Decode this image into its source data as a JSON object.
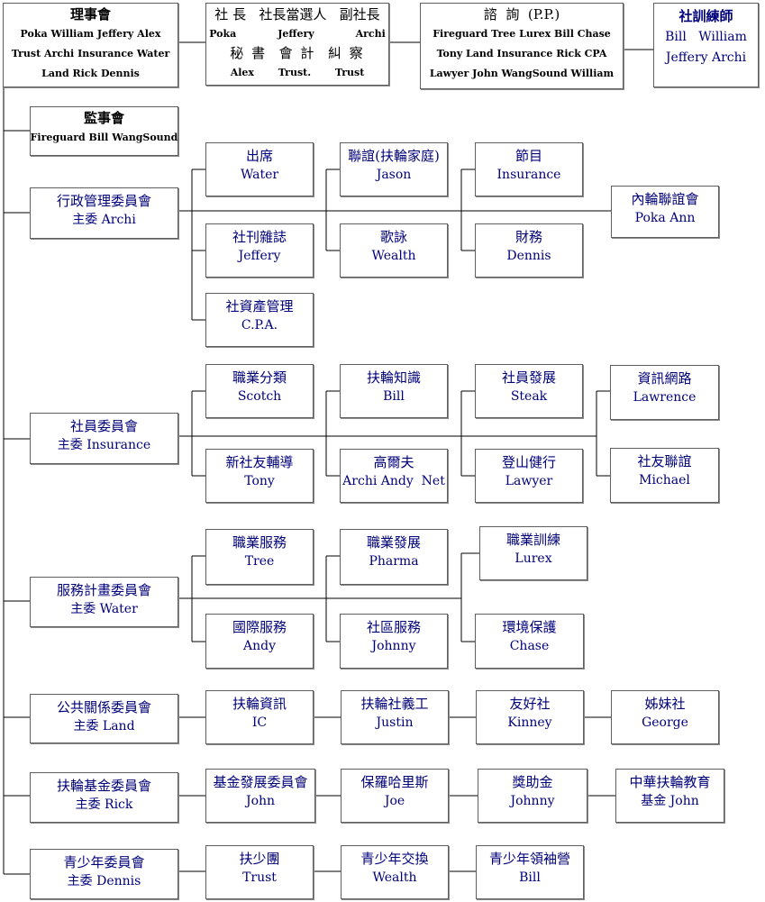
{
  "top": {
    "board": {
      "title": "理事會",
      "lines": [
        "Poka  William  Jeffery  Alex",
        "Trust  Archi  Insurance  Water",
        "Land  Rick  Dennis"
      ]
    },
    "officers": {
      "title": "社 長   社長當選人   副社長",
      "line1": "Poka            Jeffery            Archi",
      "title2": "秘 書  會 計  糾 察",
      "line2": "Alex       Trust.       Trust"
    },
    "advisors": {
      "title": "諮  詢  (P.P.)",
      "lines": [
        "Fireguard  Tree  Lurex  Bill  Chase",
        "Tony  Land  Insurance  Rick  CPA",
        "Lawyer John  WangSound  William"
      ]
    },
    "trainers": {
      "title": "社訓練師",
      "lines": [
        "Bill   William",
        "Jeffery  Archi"
      ]
    },
    "supervisors": {
      "title": "監事會",
      "line": "Fireguard  Bill  WangSound"
    }
  },
  "committees": {
    "admin": {
      "title": "行政管理委員會",
      "chair": "主委 Archi"
    },
    "member": {
      "title": "社員委員會",
      "chair": "主委 Insurance"
    },
    "service": {
      "title": "服務計畫委員會",
      "chair": "主委 Water"
    },
    "pr": {
      "title": "公共關係委員會",
      "chair": "主委 Land"
    },
    "foundation": {
      "title": "扶輪基金委員會",
      "chair": "主委 Rick"
    },
    "youth": {
      "title": "青少年委員會",
      "chair": "主委 Dennis"
    }
  },
  "admin": {
    "attendance": {
      "title": "出席",
      "name": "Water"
    },
    "fellowship": {
      "title": "聯誼(扶輪家庭)",
      "name": "Jason"
    },
    "program": {
      "title": "節目",
      "name": "Insurance"
    },
    "magazine": {
      "title": "社刊雜誌",
      "name": "Jeffery"
    },
    "singing": {
      "title": "歌詠",
      "name": "Wealth"
    },
    "finance": {
      "title": "財務",
      "name": "Dennis"
    },
    "assets": {
      "title": "社資產管理",
      "name": "C.P.A."
    },
    "innerwheel": {
      "title": "內輪聯誼會",
      "name": "Poka Ann"
    }
  },
  "member": {
    "classification": {
      "title": "職業分類",
      "name": "Scotch"
    },
    "info": {
      "title": "扶輪知識",
      "name": "Bill"
    },
    "development": {
      "title": "社員發展",
      "name": "Steak"
    },
    "network": {
      "title": "資訊網路",
      "name": "Lawrence"
    },
    "newmember": {
      "title": "新社友輔導",
      "name": "Tony"
    },
    "golf": {
      "title": "高爾夫",
      "name": "Archi Andy  Net"
    },
    "hiking": {
      "title": "登山健行",
      "name": "Lawyer"
    },
    "friendship": {
      "title": "社友聯誼",
      "name": "Michael"
    }
  },
  "service": {
    "vocational": {
      "title": "職業服務",
      "name": "Tree"
    },
    "vocdev": {
      "title": "職業發展",
      "name": "Pharma"
    },
    "training": {
      "title": "職業訓練",
      "name": "Lurex"
    },
    "international": {
      "title": "國際服務",
      "name": "Andy"
    },
    "community": {
      "title": "社區服務",
      "name": "Johnny"
    },
    "environment": {
      "title": "環境保護",
      "name": "Chase"
    }
  },
  "pr": {
    "information": {
      "title": "扶輪資訊",
      "name": "IC"
    },
    "volunteer": {
      "title": "扶輪社義工",
      "name": "Justin"
    },
    "friendclub": {
      "title": "友好社",
      "name": "Kinney"
    },
    "sisterclub": {
      "title": "姊妹社",
      "name": "George"
    }
  },
  "foundation": {
    "fund": {
      "title": "基金發展委員會",
      "name": "John"
    },
    "polio": {
      "title": "保羅哈里斯",
      "name": "Joe"
    },
    "scholarship": {
      "title": "獎助金",
      "name": "Johnny"
    },
    "education": {
      "title": "中華扶輪教育",
      "name": "基金 John"
    }
  },
  "youth": {
    "interact": {
      "title": "扶少團",
      "name": "Trust"
    },
    "exchange": {
      "title": "青少年交換",
      "name": "Wealth"
    },
    "ryla": {
      "title": "青少年領袖營",
      "name": "Bill"
    }
  }
}
